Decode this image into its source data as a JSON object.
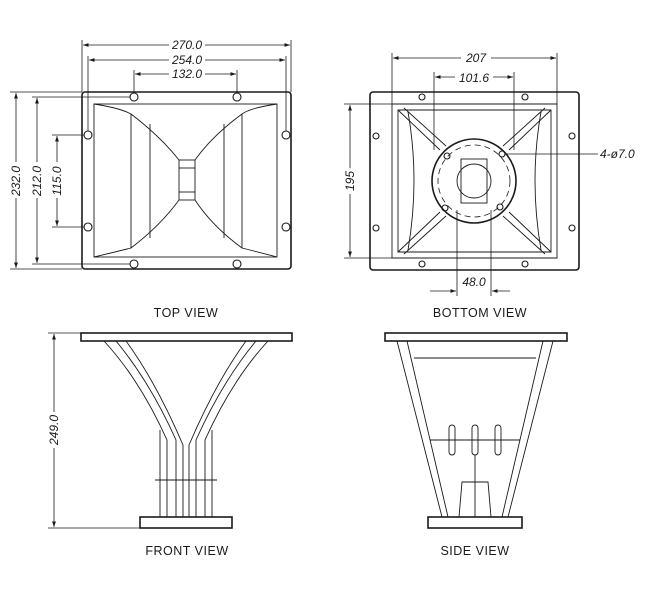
{
  "views": {
    "top": {
      "label": "TOP VIEW"
    },
    "bottom": {
      "label": "BOTTOM VIEW"
    },
    "front": {
      "label": "FRONT VIEW"
    },
    "side": {
      "label": "SIDE VIEW"
    }
  },
  "dimensions": {
    "top_overall_width": "270.0",
    "top_hole_span_outer": "254.0",
    "top_hole_span_inner": "132.0",
    "top_overall_height": "232.0",
    "top_hole_span_vertical": "212.0",
    "top_hole_span_mid": "115.0",
    "bottom_width": "207",
    "bottom_inner_span": "101.6",
    "bottom_height": "195",
    "bottom_throat": "48.0",
    "bottom_holes_callout": "4-ø7.0",
    "front_height": "249.0"
  },
  "colors": {
    "line": "#1a1a1a",
    "background": "#ffffff"
  }
}
